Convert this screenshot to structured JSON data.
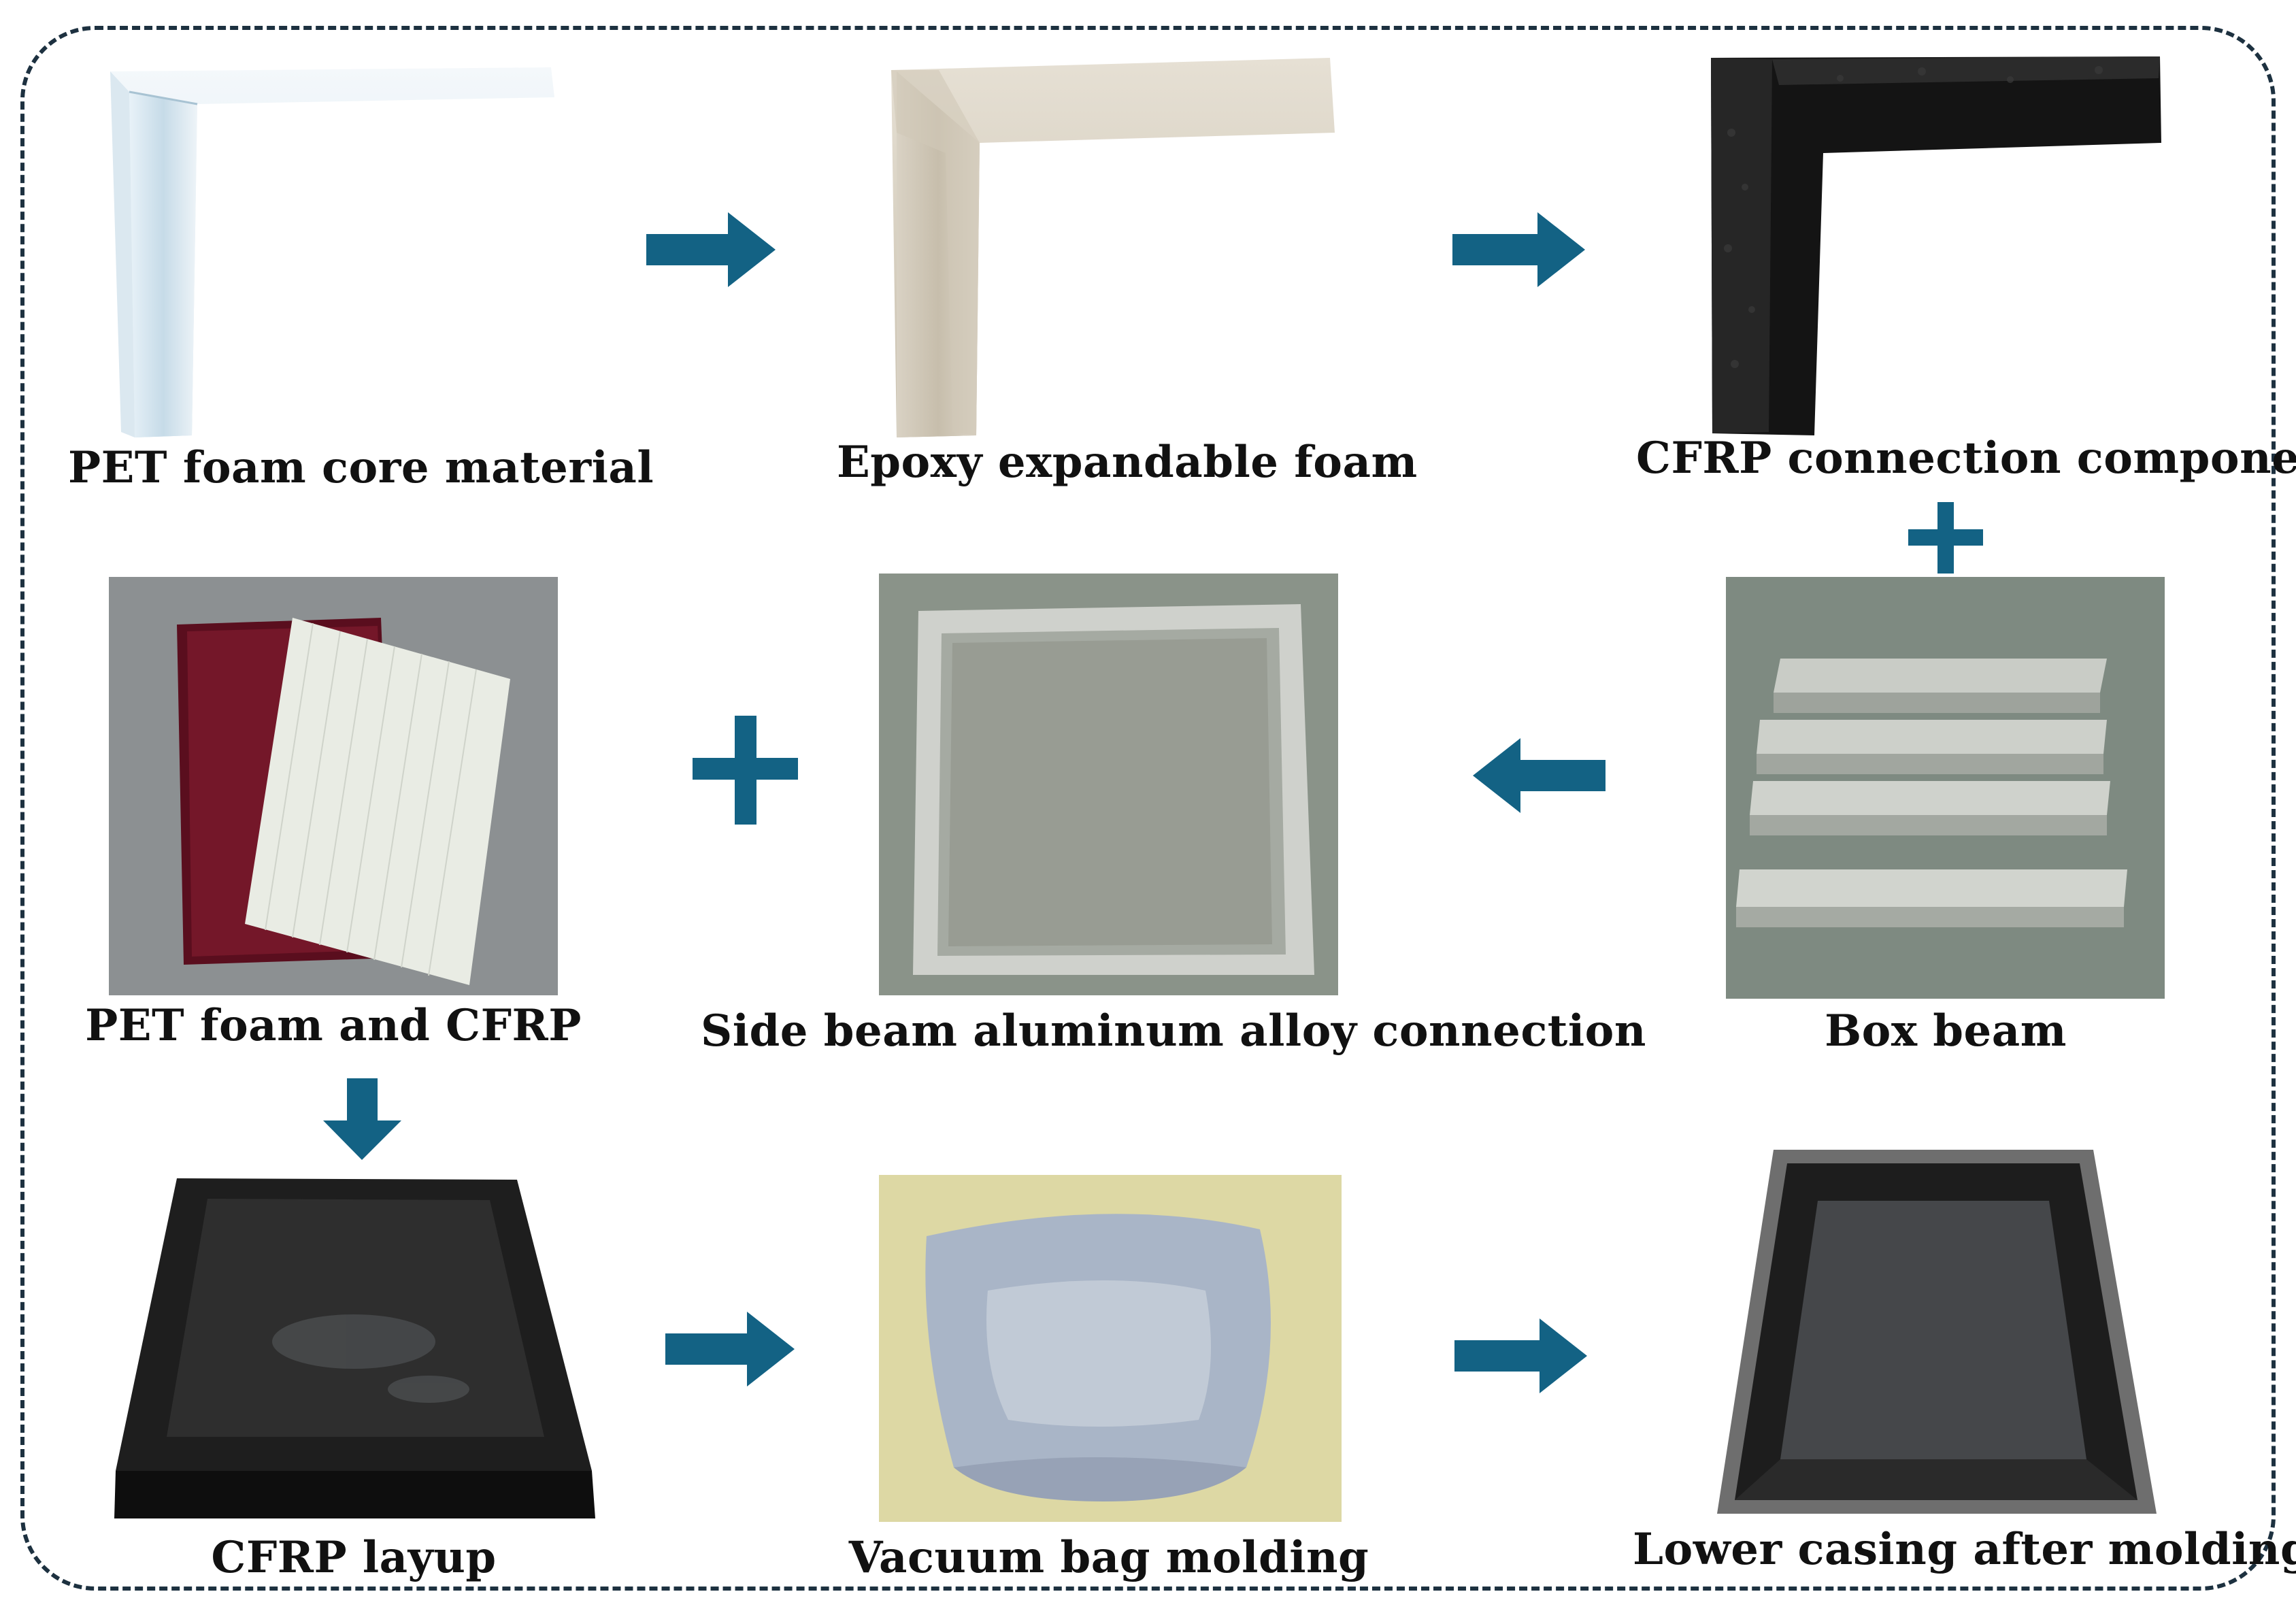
{
  "colors": {
    "arrow": "#136284",
    "frame": "#1d3140"
  },
  "steps": {
    "pet_core": {
      "label": "PET foam core material"
    },
    "epoxy_foam": {
      "label": "Epoxy expandable foam"
    },
    "cfrp_connection": {
      "label": "CFRP connection component"
    },
    "pet_cfrp": {
      "label": "PET foam and CFRP"
    },
    "side_beam": {
      "label": "Side beam aluminum alloy connection"
    },
    "box_beam": {
      "label": "Box beam"
    },
    "cfrp_layup": {
      "label": "CFRP layup"
    },
    "vacuum_bag": {
      "label": "Vacuum bag molding"
    },
    "lower_casing": {
      "label": "Lower casing after molding"
    }
  },
  "connectors": [
    {
      "type": "arrow-right",
      "from": "PET foam core material",
      "to": "Epoxy expandable foam"
    },
    {
      "type": "arrow-right",
      "from": "Epoxy expandable foam",
      "to": "CFRP connection component"
    },
    {
      "type": "plus",
      "from": "CFRP connection component",
      "to": "Box beam"
    },
    {
      "type": "arrow-left",
      "from": "Box beam",
      "to": "Side beam aluminum alloy connection"
    },
    {
      "type": "plus",
      "from": "Side beam aluminum alloy connection",
      "to": "PET foam and CFRP"
    },
    {
      "type": "arrow-down",
      "from": "PET foam and CFRP",
      "to": "CFRP layup"
    },
    {
      "type": "arrow-right",
      "from": "CFRP layup",
      "to": "Vacuum bag molding"
    },
    {
      "type": "arrow-right",
      "from": "Vacuum bag molding",
      "to": "Lower casing after molding"
    }
  ]
}
